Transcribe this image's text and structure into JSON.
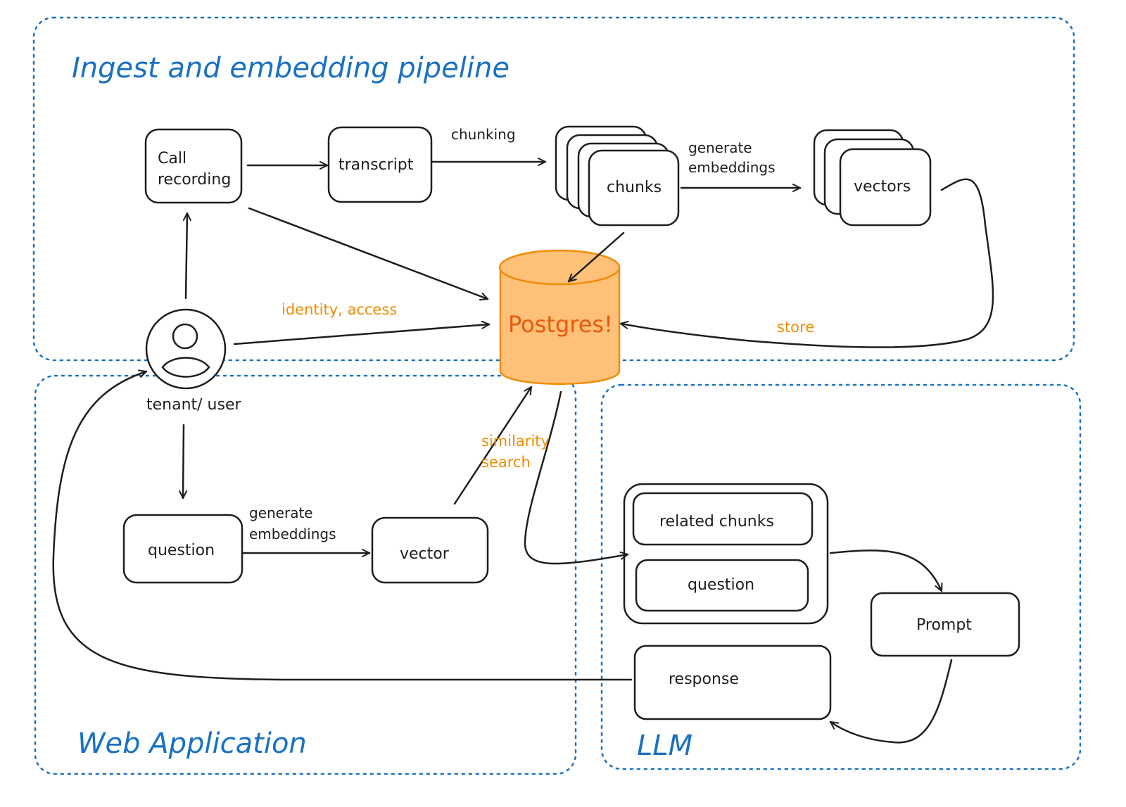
{
  "groups": {
    "ingest": "Ingest and embedding pipeline",
    "webapp": "Web Application",
    "llm": "LLM"
  },
  "nodes": {
    "call_recording_line1": "Call",
    "call_recording_line2": "recording",
    "transcript": "transcript",
    "chunks": "chunks",
    "vectors": "vectors",
    "postgres": "Postgres!",
    "user": "tenant/ user",
    "question": "question",
    "vector": "vector",
    "related_chunks": "related chunks",
    "llm_question": "question",
    "prompt": "Prompt",
    "response": "response"
  },
  "edges": {
    "chunking": "chunking",
    "generate_embeddings_top_line1": "generate",
    "generate_embeddings_top_line2": "embeddings",
    "identity_access": "identity, access",
    "store": "store",
    "similarity_line1": "similarity",
    "similarity_line2": "search",
    "generate_embeddings_bottom_line1": "generate",
    "generate_embeddings_bottom_line2": "embeddings"
  },
  "colors": {
    "group_border": "#1971c2",
    "accent_text": "#f08c00",
    "database_fill": "#ffc078",
    "database_stroke": "#f08c00",
    "stroke": "#1e1e1e"
  }
}
